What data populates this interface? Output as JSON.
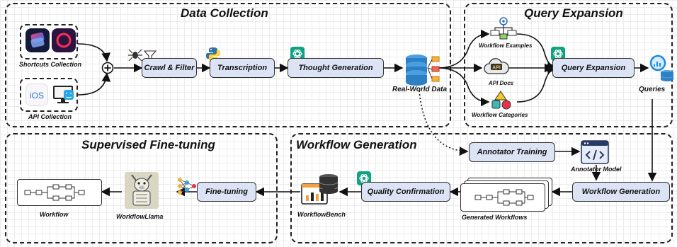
{
  "sections": {
    "data_collection": "Data Collection",
    "query_expansion": "Query Expansion",
    "supervised_finetuning": "Supervised Fine-tuning",
    "workflow_generation": "Workflow Generation"
  },
  "processes": {
    "crawl_filter": "Crawl & Filter",
    "transcription": "Transcription",
    "thought_generation": "Thought Generation",
    "query_expansion": "Query Expansion",
    "annotator_training": "Annotator Training",
    "workflow_generation": "Workflow Generation",
    "quality_confirmation": "Quality Confirmation",
    "fine_tuning": "Fine-tuning"
  },
  "labels": {
    "shortcuts_collection": "Shortcuts Collection",
    "api_collection": "API Collection",
    "real_world_data": "Real-World Data",
    "workflow_examples": "Workflow Examples",
    "api_docs": "API Docs",
    "workflow_categories": "Workflow Categories",
    "queries": "Queries",
    "annotator_model": "Annotator Model",
    "generated_workflows": "Generated Workflows",
    "workflowbench": "WorkflowBench",
    "workflowllama": "WorkflowLlama",
    "workflow": "Workflow"
  },
  "icon_text": {
    "ios": "iOS",
    "api": "API"
  },
  "icons": [
    "shortcuts-app-icon",
    "circle-app-icon",
    "ios-logo-icon",
    "mac-finder-icon",
    "plus-circle-icon",
    "spider-icon",
    "python-icon",
    "openai-icon",
    "database-icon",
    "gear-flowchart-icon",
    "cloud-api-icon",
    "shapes-icon",
    "search-database-icon",
    "code-window-icon",
    "llama-icon",
    "neural-network-icon",
    "benchmark-icon",
    "workflow-graph-icon"
  ],
  "colors": {
    "process_fill": "#dbe3f4",
    "accent_green": "#10a37f",
    "accent_blue": "#1e88e5"
  }
}
